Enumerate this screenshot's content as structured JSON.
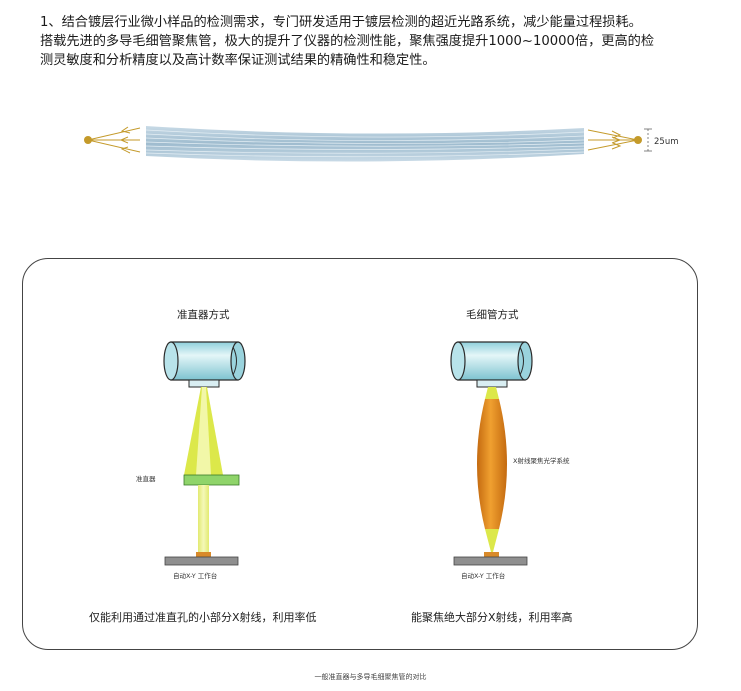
{
  "intro": {
    "line1": "1、结合镀层行业微小样品的检测需求，专门研发适用于镀层检测的超近光路系统，减少能量过程损耗。",
    "line2": "搭载先进的多导毛细管聚焦管，极大的提升了仪器的检测性能，聚焦强度提升1000~10000倍，更高的检",
    "line3": "测灵敏度和分析精度以及高计数率保证测试结果的精确性和稳定性。"
  },
  "fiber": {
    "dimension_label": "25um"
  },
  "left": {
    "title": "准直器方式",
    "collimator_label": "准直器",
    "stage_label": "自动X-Y 工作台",
    "caption": "仅能利用通过准直孔的小部分X射线，利用率低"
  },
  "right": {
    "title": "毛细管方式",
    "optic_label": "X射线聚焦光学系统",
    "stage_label": "自动X-Y 工作台",
    "caption": "能聚焦绝大部分X射线，利用率高"
  },
  "footer": {
    "caption": "一般准直器与多导毛细聚焦管的对比"
  },
  "colors": {
    "tube": "#a8dce6",
    "beam_yellow": "#dce84a",
    "collimator_green": "#8fd46a",
    "capillary_orange": "#e28a1c",
    "stage_gray": "#8f8f8f",
    "fiber_blue": "#aec6d6"
  }
}
